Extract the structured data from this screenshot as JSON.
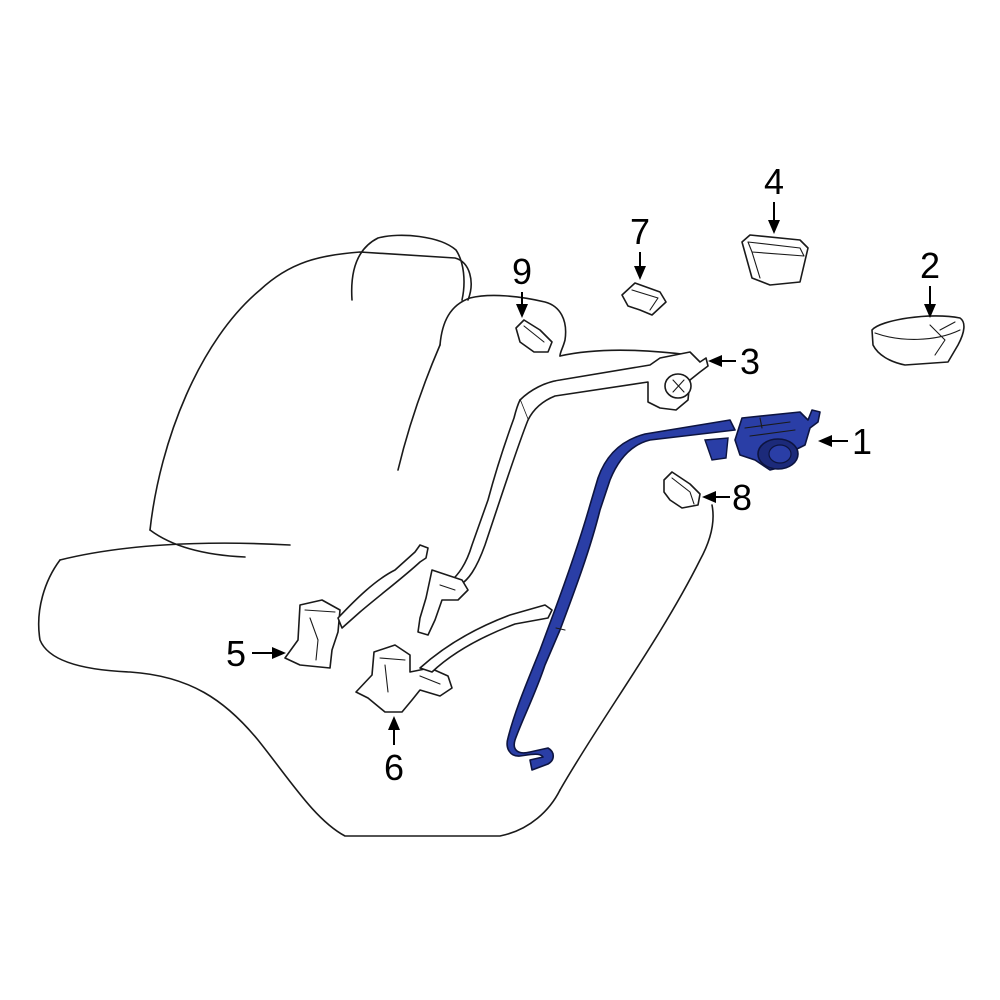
{
  "diagram": {
    "highlight_color": "#2a3ea6",
    "highlight_dark": "#1c2a7a",
    "line_color": "#1a1a1a",
    "callouts": [
      {
        "id": "1",
        "label": "1"
      },
      {
        "id": "2",
        "label": "2"
      },
      {
        "id": "3",
        "label": "3"
      },
      {
        "id": "4",
        "label": "4"
      },
      {
        "id": "5",
        "label": "5"
      },
      {
        "id": "6",
        "label": "6"
      },
      {
        "id": "7",
        "label": "7"
      },
      {
        "id": "8",
        "label": "8"
      },
      {
        "id": "9",
        "label": "9"
      }
    ]
  }
}
